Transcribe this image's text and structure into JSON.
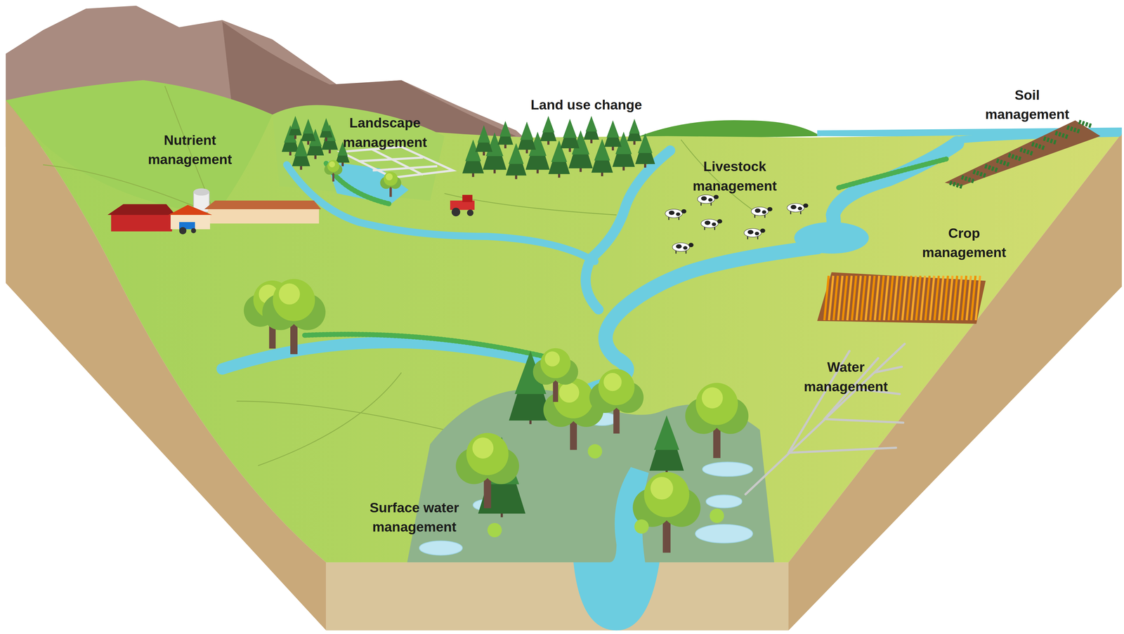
{
  "diagram": {
    "labels": [
      "Soil management",
      "Land use change",
      "Landscape management",
      "Nutrient management",
      "Livestock management",
      "Crop management",
      "Water management",
      "Surface water management"
    ]
  }
}
